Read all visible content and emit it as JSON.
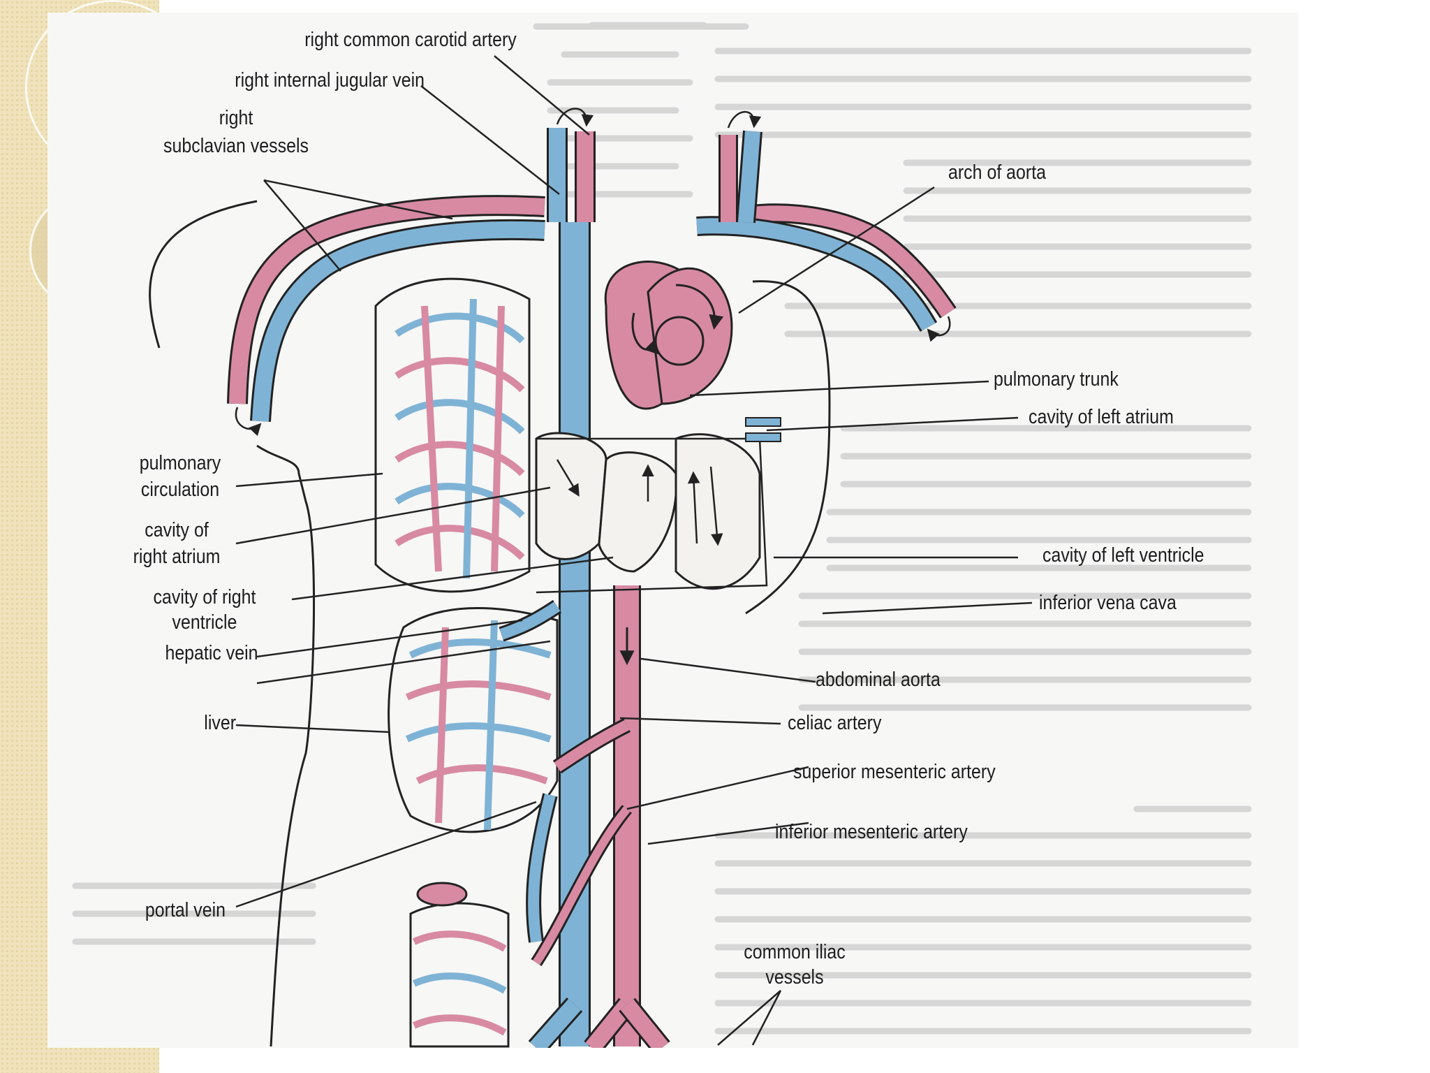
{
  "colors": {
    "artery": "#d88aa3",
    "vein": "#7fb3d5",
    "outline": "#222222",
    "slide_border": "#f0e2ba",
    "background": "#f7f7f6"
  },
  "labels": {
    "right_common_carotid_artery": "right common carotid artery",
    "right_internal_jugular_vein": "right internal jugular vein",
    "right_subclavian_vessels_line1": "right",
    "right_subclavian_vessels_line2": "subclavian vessels",
    "arch_of_aorta": "arch of aorta",
    "pulmonary_trunk": "pulmonary trunk",
    "cavity_of_left_atrium": "cavity of left atrium",
    "pulmonary_circulation_line1": "pulmonary",
    "pulmonary_circulation_line2": "circulation",
    "cavity_of_right_atrium_line1": "cavity of",
    "cavity_of_right_atrium_line2": "right atrium",
    "cavity_of_left_ventricle": "cavity of left ventricle",
    "cavity_of_right_ventricle_line1": "cavity of right",
    "cavity_of_right_ventricle_line2": "ventricle",
    "inferior_vena_cava": "inferior vena cava",
    "hepatic_vein": "hepatic vein",
    "abdominal_aorta": "abdominal aorta",
    "liver": "liver",
    "celiac_artery": "celiac artery",
    "superior_mesenteric_artery": "superior mesenteric artery",
    "inferior_mesenteric_artery": "inferior mesenteric artery",
    "portal_vein": "portal vein",
    "common_iliac_vessels_line1": "common iliac",
    "common_iliac_vessels_line2": "vessels"
  }
}
